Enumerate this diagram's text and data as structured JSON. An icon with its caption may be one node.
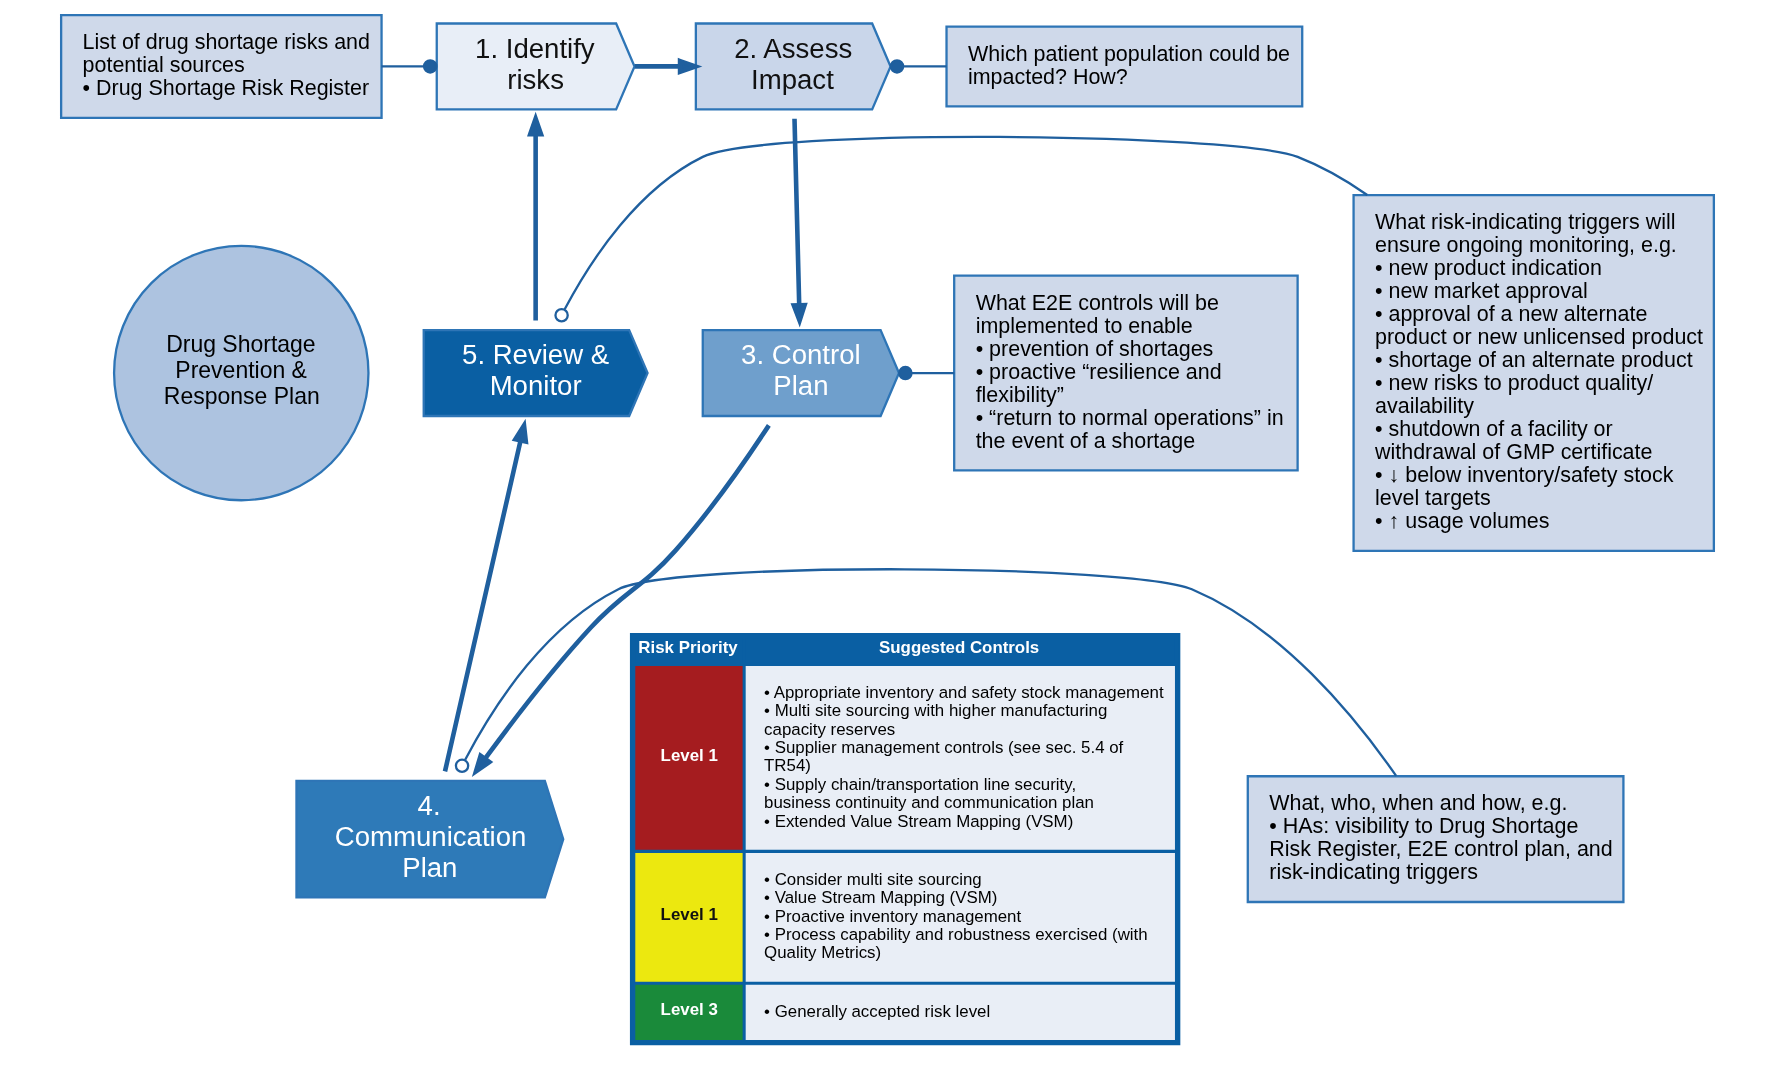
{
  "diagram": {
    "nodes": [
      {
        "text": [
          "List of drug shortage risks and potential sources",
          "• Drug Shortage Risk Register"
        ]
      },
      {
        "text": [
          "1. Identify risks"
        ]
      },
      {
        "text": [
          "Which patient population could be impacted? How?"
        ]
      },
      {
        "text": [
          "2. Assess Impact"
        ]
      },
      {
        "text": [
          "What E2E controls will be implemented to enable",
          "• prevention of shortages",
          "• proactive “resilience and flexibility”",
          "• “return to normal operations” in the event of a shortage"
        ]
      },
      {
        "text": [
          "3. Control Plan"
        ]
      },
      {
        "text": [
          "Drug Shortage Prevention & Response Plan"
        ]
      },
      {
        "text": [
          "5. Review & Monitor"
        ]
      },
      {
        "text": [
          "What risk-indicating triggers will ensure ongoing monitoring, e.g.",
          "• new product indication",
          "• new market approval",
          "• approval of a new alternate product or new unlicensed product",
          "• shortage of an alternate product",
          "• new risks to product quality/ availability",
          "• shutdown of a facility or withdrawal of GMP certificate",
          "• ↓ below inventory/safety stock level targets",
          "• ↑ usage volumes"
        ]
      },
      {
        "text": [
          "4. Communication Plan"
        ]
      },
      {
        "text": [
          "What, who, when and how, e.g.",
          "• HAs: visibility to Drug Shortage Risk Register, E2E control plan, and risk-indicating triggers"
        ]
      }
    ],
    "edges": [
      {
        "from": 1,
        "to": 3,
        "arrow": "to"
      },
      {
        "from": 3,
        "to": 5,
        "arrow": "to"
      },
      {
        "from": 5,
        "to": 9,
        "arrow": "to"
      },
      {
        "from": 9,
        "to": 7,
        "arrow": "to"
      },
      {
        "from": 7,
        "to": 1,
        "arrow": "to"
      },
      {
        "from": 0,
        "to": 1,
        "arrow": "other"
      },
      {
        "from": 2,
        "to": 3,
        "arrow": "other"
      },
      {
        "from": 4,
        "to": 5,
        "arrow": "other"
      },
      {
        "from": 8,
        "to": 7,
        "arrow": "other"
      },
      {
        "from": 10,
        "to": 9,
        "arrow": "other"
      }
    ],
    "labels": [
      "Risk Priority",
      "Suggested Controls",
      "Level 1",
      "• Appropriate inventory and safety stock management",
      "• Multi site sourcing with higher manufacturing capacity reserves",
      "• Supplier management controls (see sec. 5.4 of TR54)",
      "• Supply chain/transportation line security, business continuity and communication plan",
      "• Extended Value Stream Mapping (VSM)",
      "Level 1",
      "• Consider multi site sourcing",
      "• Value Stream Mapping (VSM)",
      "• Proactive inventory management",
      "• Process capability and robustness exercised (with Quality Metrics)",
      "Level 3",
      "• Generally accepted risk level"
    ]
  }
}
